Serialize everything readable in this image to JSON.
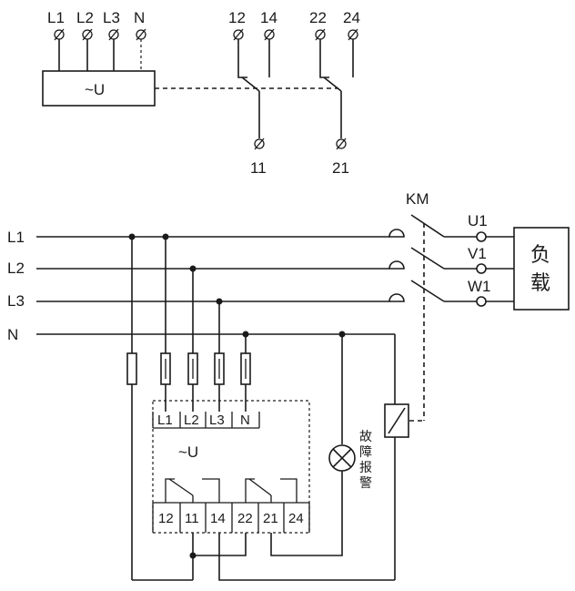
{
  "top": {
    "supply_terminals": [
      "L1",
      "L2",
      "L3",
      "N"
    ],
    "module_label": "~U",
    "relay_top_labels": [
      "12",
      "14",
      "22",
      "24"
    ],
    "relay_bottom_labels": [
      "11",
      "21"
    ]
  },
  "bottom": {
    "lines": [
      "L1",
      "L2",
      "L3",
      "N"
    ],
    "contactor_label": "KM",
    "outputs": [
      "U1",
      "V1",
      "W1"
    ],
    "load_label": [
      "负",
      "载"
    ],
    "module_label": "~U",
    "module_top_terminals": [
      "L1",
      "L2",
      "L3",
      "N"
    ],
    "module_bottom_terminals": [
      "12",
      "11",
      "14",
      "22",
      "21",
      "24"
    ],
    "alarm_label": [
      "故",
      "障",
      "报",
      "警"
    ]
  }
}
